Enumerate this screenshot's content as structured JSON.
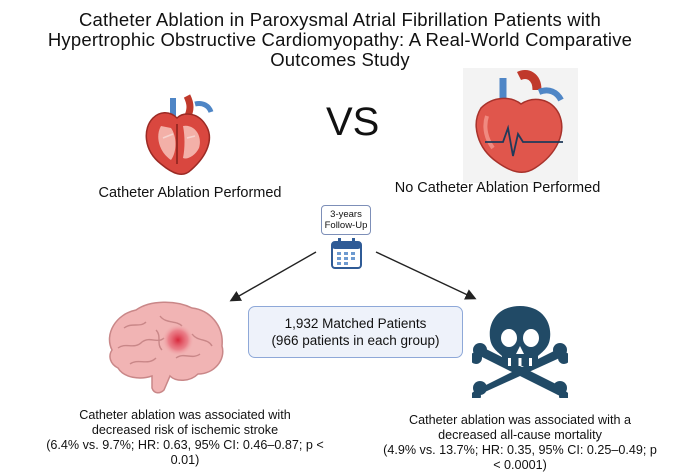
{
  "title": {
    "line1": "Catheter Ablation in Paroxysmal Atrial Fibrillation Patients with",
    "line2": "Hypertrophic Obstructive Cardiomyopathy: A Real-World Comparative",
    "line3": "Outcomes Study"
  },
  "vs": "VS",
  "left_arm": {
    "label": "Catheter Ablation Performed"
  },
  "right_arm": {
    "label": "No Catheter Ablation Performed"
  },
  "followup": {
    "line1": "3-years",
    "line2": "Follow-Up"
  },
  "patients": {
    "line1": "1,932 Matched Patients",
    "line2": "(966 patients in each group)"
  },
  "outcome_left": {
    "line1": "Catheter ablation was associated with",
    "line2": "decreased risk of ischemic stroke",
    "line3": "(6.4% vs. 9.7%; HR: 0.63, 95% CI: 0.46–0.87; p <",
    "line4": "0.01)"
  },
  "outcome_right": {
    "line1": "Catheter ablation was associated with a",
    "line2": "decreased all-cause mortality",
    "line3": "(4.9% vs. 13.7%; HR: 0.35, 95% CI: 0.25–0.49; p",
    "line4": "< 0.0001)"
  },
  "colors": {
    "heart_red": "#d9473f",
    "vessel_blue": "#4f86c6",
    "brain_pink": "#f1b4b4",
    "skull_navy": "#214a66",
    "box_fill": "#eef2fa",
    "box_border": "#8ea8d8",
    "calendar_blue": "#2f5b96"
  },
  "icons": [
    "heart-cross-section-icon",
    "heart-ecg-icon",
    "calendar-icon",
    "brain-icon",
    "skull-crossbones-icon"
  ]
}
